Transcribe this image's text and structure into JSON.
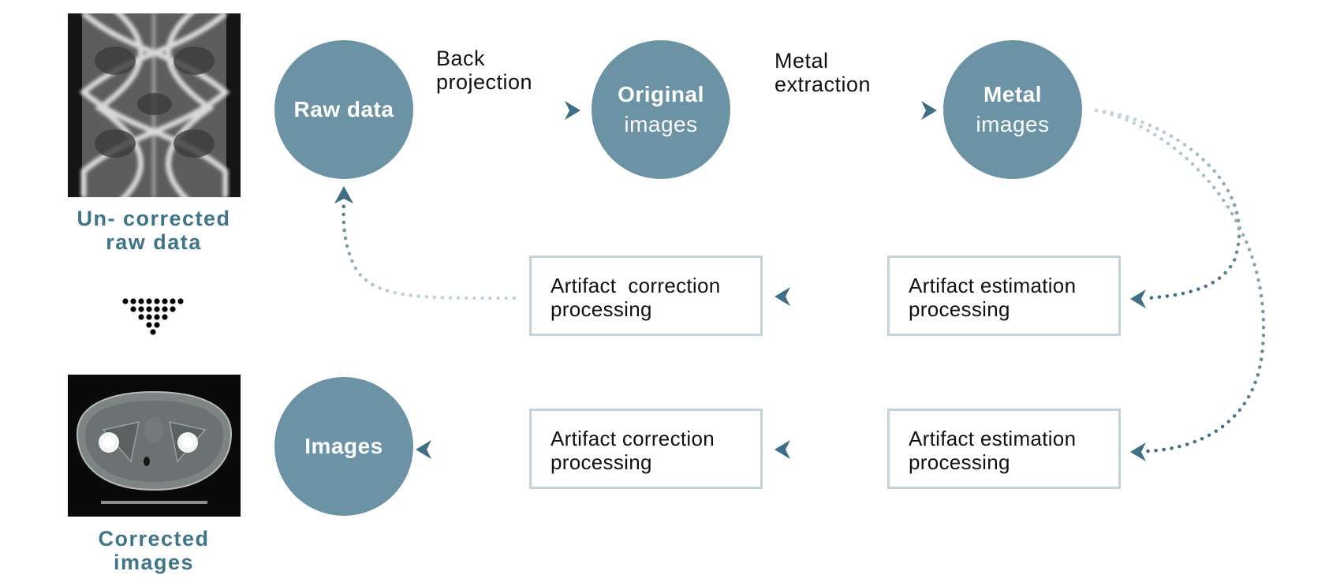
{
  "thumbnails": {
    "sinogram_caption": [
      "Un- corrected",
      "raw data"
    ],
    "ct_caption": [
      "Corrected",
      "images"
    ]
  },
  "nodes": {
    "raw_data": "Raw data",
    "original_images": [
      "Original",
      "images"
    ],
    "metal_images": [
      "Metal",
      "images"
    ],
    "images": "Images"
  },
  "edges": {
    "back_projection": [
      "Back",
      "projection"
    ],
    "metal_extraction": [
      "Metal",
      "extraction"
    ]
  },
  "boxes": {
    "correction_top": [
      "Artifact  correction",
      "processing"
    ],
    "estimation_top": [
      "Artifact estimation",
      "processing"
    ],
    "correction_bottom": [
      "Artifact correction",
      "processing"
    ],
    "estimation_bottom": [
      "Artifact estimation",
      "processing"
    ]
  },
  "colors": {
    "node_fill": "#6b92a5",
    "caption_text": "#3f7588",
    "arrow": "#3e6f85",
    "box_border": "#c3d3db"
  }
}
